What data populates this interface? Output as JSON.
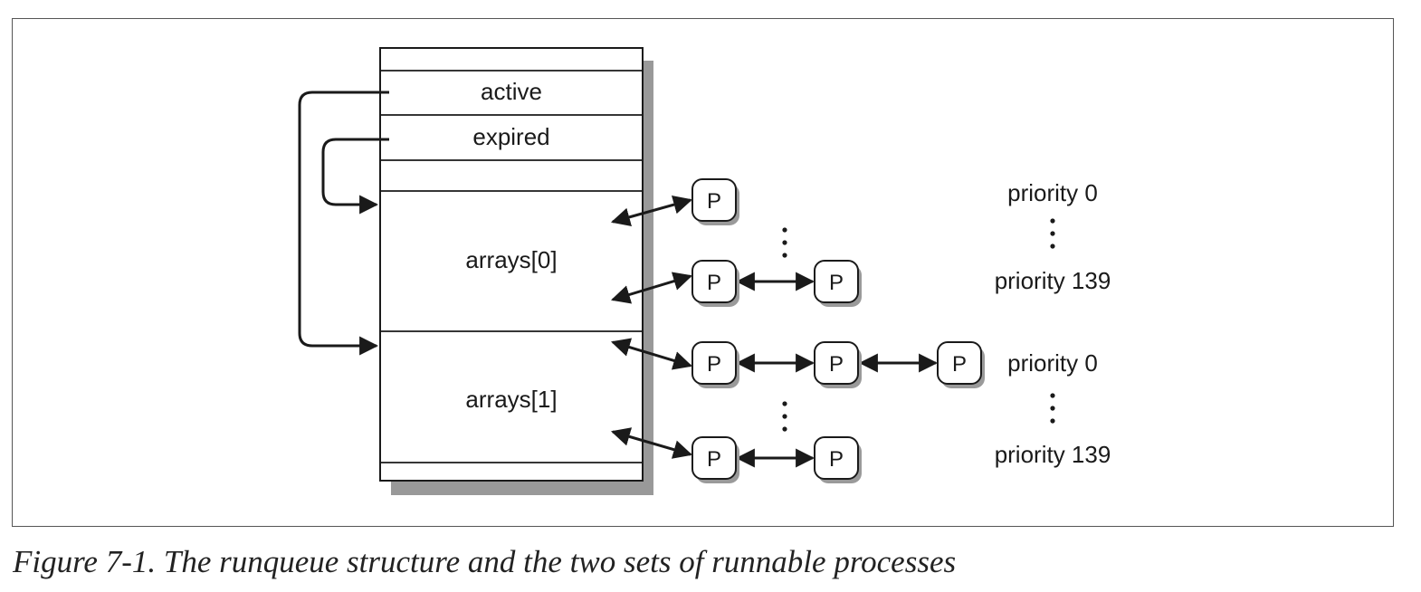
{
  "runqueue": {
    "fields": {
      "active": "active",
      "expired": "expired",
      "arrays0": "arrays[0]",
      "arrays1": "arrays[1]"
    }
  },
  "process_label": "P",
  "priority_labels": {
    "a0_top": "priority 0",
    "a0_bottom": "priority 139",
    "a1_top": "priority 0",
    "a1_bottom": "priority 139"
  },
  "caption": "Figure 7-1. The runqueue structure and the two sets of runnable processes"
}
